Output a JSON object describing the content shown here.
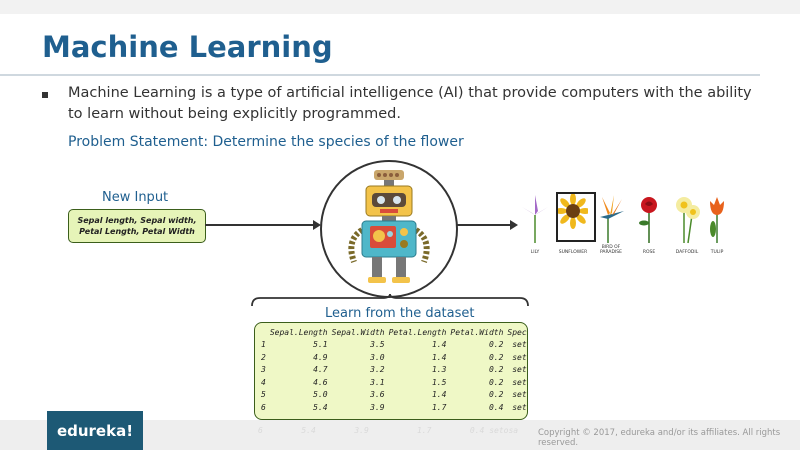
{
  "slide": {
    "title": "Machine Learning",
    "bullet": "Machine Learning is a type of artificial intelligence (AI) that provide computers with the ability to learn without being explicitly programmed.",
    "problem_statement": "Problem Statement: Determine the species of the flower"
  },
  "new_input": {
    "label": "New Input",
    "line1": "Sepal length, Sepal width,",
    "line2": "Petal Length, Petal Width"
  },
  "flowers": [
    {
      "label": "LILY",
      "icon": "lily-icon"
    },
    {
      "label": "SUNFLOWER",
      "icon": "sunflower-icon"
    },
    {
      "label": "BIRD OF PARADISE",
      "icon": "bird-of-paradise-icon"
    },
    {
      "label": "ROSE",
      "icon": "rose-icon"
    },
    {
      "label": "DAFFODIL",
      "icon": "daffodil-icon"
    },
    {
      "label": "TULIP",
      "icon": "tulip-icon"
    }
  ],
  "dataset": {
    "label": "Learn from the dataset",
    "columns": [
      "",
      "Sepal.Length",
      "Sepal.Width",
      "Petal.Length",
      "Petal.Width",
      "Species"
    ],
    "rows": [
      [
        "1",
        "5.1",
        "3.5",
        "1.4",
        "0.2",
        "setosa"
      ],
      [
        "2",
        "4.9",
        "3.0",
        "1.4",
        "0.2",
        "setosa"
      ],
      [
        "3",
        "4.7",
        "3.2",
        "1.3",
        "0.2",
        "setosa"
      ],
      [
        "4",
        "4.6",
        "3.1",
        "1.5",
        "0.2",
        "setosa"
      ],
      [
        "5",
        "5.0",
        "3.6",
        "1.4",
        "0.2",
        "setosa"
      ],
      [
        "6",
        "5.4",
        "3.9",
        "1.7",
        "0.4",
        "setosa"
      ]
    ]
  },
  "footer": {
    "logo": "edureka!",
    "copyright": "Copyright © 2017, edureka and/or its affiliates. All rights reserved."
  },
  "colors": {
    "title": "#1f5f8f",
    "box_fill": "#e6f4b8",
    "box_border": "#3b5e1b",
    "logo_bg": "#1d5975"
  }
}
